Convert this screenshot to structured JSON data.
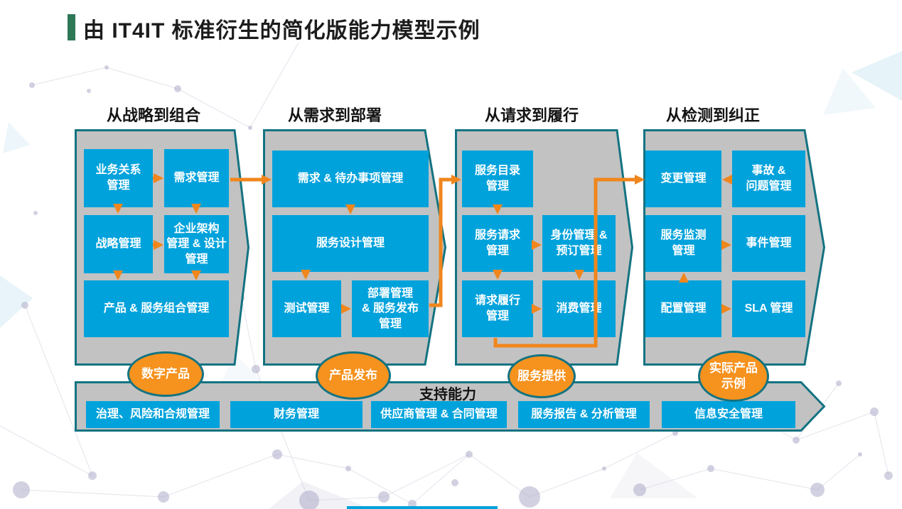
{
  "slide": {
    "title": "由 IT4IT 标准衍生的简化版能力模型示例"
  },
  "value_streams": [
    {
      "header": "从战略到组合",
      "boxes": [
        {
          "label": [
            "业务关系",
            "管理"
          ]
        },
        {
          "label": "需求管理"
        },
        {
          "label": "战略管理"
        },
        {
          "label": [
            "企业架构",
            "管理 & 设计",
            "管理"
          ]
        },
        {
          "label": "产品 & 服务组合管理"
        }
      ]
    },
    {
      "header": "从需求到部署",
      "boxes": [
        {
          "label": "需求 & 待办事项管理"
        },
        {
          "label": "服务设计管理"
        },
        {
          "label": "测试管理"
        },
        {
          "label": [
            "部署管理",
            "& 服务发布",
            "管理"
          ]
        }
      ]
    },
    {
      "header": "从请求到履行",
      "boxes": [
        {
          "label": [
            "服务目录",
            "管理"
          ]
        },
        {
          "label": [
            "服务请求",
            "管理"
          ]
        },
        {
          "label": [
            "身份管理 &",
            "预订管理"
          ]
        },
        {
          "label": [
            "请求履行",
            "管理"
          ]
        },
        {
          "label": "消费管理"
        }
      ]
    },
    {
      "header": "从检测到纠正",
      "boxes": [
        {
          "label": "变更管理"
        },
        {
          "label": [
            "事故 &",
            "问题管理"
          ]
        },
        {
          "label": [
            "服务监测",
            "管理"
          ]
        },
        {
          "label": "事件管理"
        },
        {
          "label": "配置管理"
        },
        {
          "label": "SLA 管理"
        }
      ]
    }
  ],
  "ellipses": [
    {
      "label": "数字产品"
    },
    {
      "label": "产品发布"
    },
    {
      "label": "服务提供"
    },
    {
      "label": [
        "实际产品",
        "示例"
      ]
    }
  ],
  "support_band": {
    "title": "支持能力",
    "boxes": [
      {
        "label": "治理、风险和合规管理"
      },
      {
        "label": "财务管理"
      },
      {
        "label": "供应商管理 & 合同管理"
      },
      {
        "label": "服务报告 & 分析管理"
      },
      {
        "label": "信息安全管理"
      }
    ]
  },
  "colors": {
    "capability_blue": "#00A2DC",
    "stream_gray": "#C2C2C2",
    "border_teal": "#137382",
    "flow_orange": "#F0861C",
    "ellipse_orange": "#F6921E",
    "title_green": "#2E7757",
    "text_dark": "#1C1C1C"
  }
}
